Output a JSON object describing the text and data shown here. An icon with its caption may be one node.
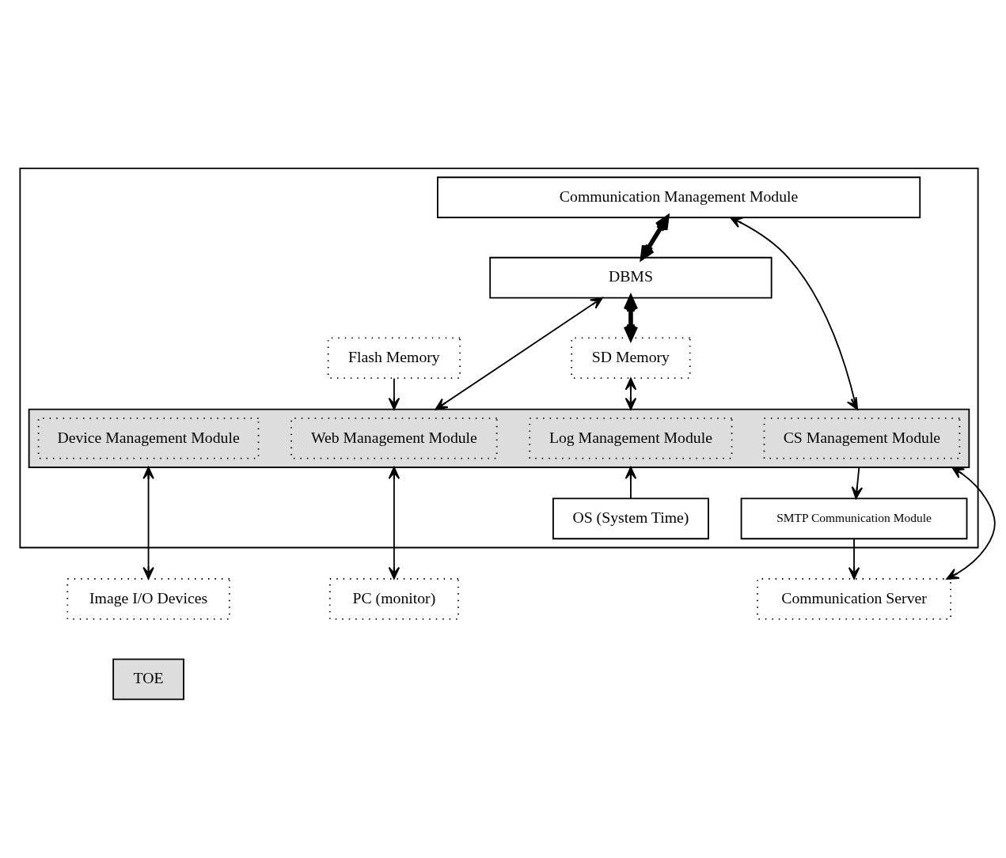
{
  "diagram": {
    "nodes": [
      {
        "text": [],
        "shape": "box"
      },
      {
        "text": [
          "Communication Management Module"
        ],
        "in": 0
      },
      {
        "text": [
          "DBMS"
        ],
        "in": 0
      },
      {
        "text": [
          "SD Memory"
        ],
        "in": 0
      },
      {
        "text": [
          "Flash Memory"
        ],
        "in": 0
      },
      {
        "text": [],
        "shape": "box",
        "in": 0
      },
      {
        "text": [
          "Device Management Module"
        ],
        "in": 5
      },
      {
        "text": [
          "Log Management Module"
        ],
        "in": 5
      },
      {
        "text": [
          "Web Management Module"
        ],
        "in": 5
      },
      {
        "text": [
          "CS Management Module"
        ],
        "in": 5
      },
      {
        "text": [
          "OS (System Time)"
        ],
        "in": 0
      },
      {
        "text": [
          "SMTP Communication Module"
        ],
        "in": 0
      },
      {
        "text": [
          "Image I/O Devices"
        ]
      },
      {
        "text": [
          "PC (monitor)"
        ]
      },
      {
        "text": [
          "Communication Server"
        ]
      }
    ],
    "edges": [
      {
        "from": 1,
        "to": 2,
        "arrow": "both",
        "style": "thick"
      },
      {
        "from": 2,
        "to": 3,
        "arrow": "both",
        "style": "thick"
      },
      {
        "from": 3,
        "to": 5,
        "arrow": "both"
      },
      {
        "from": 2,
        "to": 5,
        "arrow": "both"
      },
      {
        "from": 4,
        "to": 5,
        "arrow": "to"
      },
      {
        "from": 1,
        "to": 5,
        "arrow": "both"
      },
      {
        "from": 5,
        "to": 12,
        "arrow": "both"
      },
      {
        "from": 10,
        "to": 5,
        "arrow": "to"
      },
      {
        "from": 5,
        "to": 13,
        "arrow": "both"
      },
      {
        "from": 5,
        "to": 11,
        "arrow": "to"
      },
      {
        "from": 11,
        "to": 14,
        "arrow": "to"
      },
      {
        "from": 5,
        "to": 14,
        "arrow": "both"
      }
    ],
    "legend": [
      {
        "text": "TOE",
        "color": "#dddddd"
      }
    ]
  }
}
